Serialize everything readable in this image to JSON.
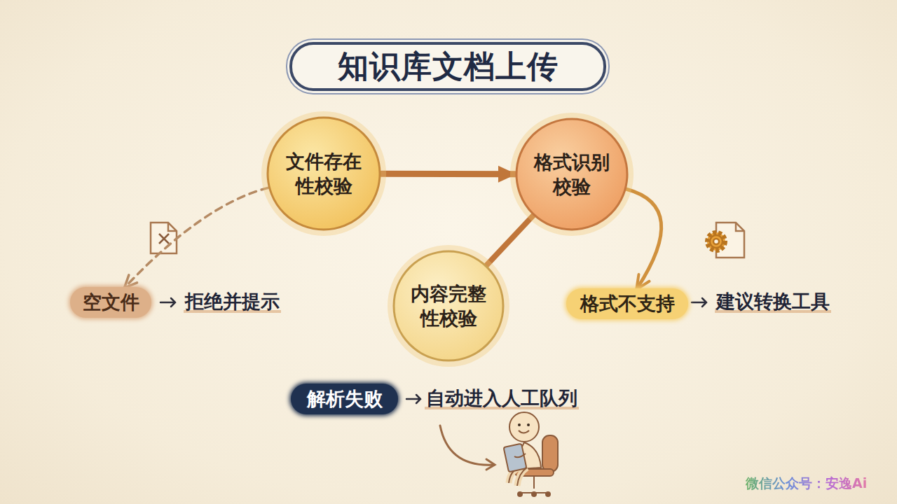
{
  "diagram": {
    "title": "知识库文档上传",
    "nodes": [
      {
        "text": [
          "文件存在性校验"
        ]
      },
      {
        "text": [
          "格式识别校验"
        ]
      },
      {
        "text": [
          "内容完整性校验"
        ]
      },
      {
        "text": [
          "空文件"
        ]
      },
      {
        "text": [
          "格式不支持"
        ]
      },
      {
        "text": [
          "解析失败"
        ]
      }
    ],
    "edges": [
      {
        "from": 0,
        "to": 1,
        "arrow": "to"
      },
      {
        "from": 1,
        "to": 2,
        "arrow": "none"
      },
      {
        "from": 0,
        "to": 3,
        "arrow": "to"
      },
      {
        "from": 1,
        "to": 4,
        "arrow": "to"
      }
    ],
    "labels": [
      "拒绝并提示",
      "建议转换工具",
      "自动进入人工队列",
      "微信公众号：安逸Ai"
    ]
  }
}
